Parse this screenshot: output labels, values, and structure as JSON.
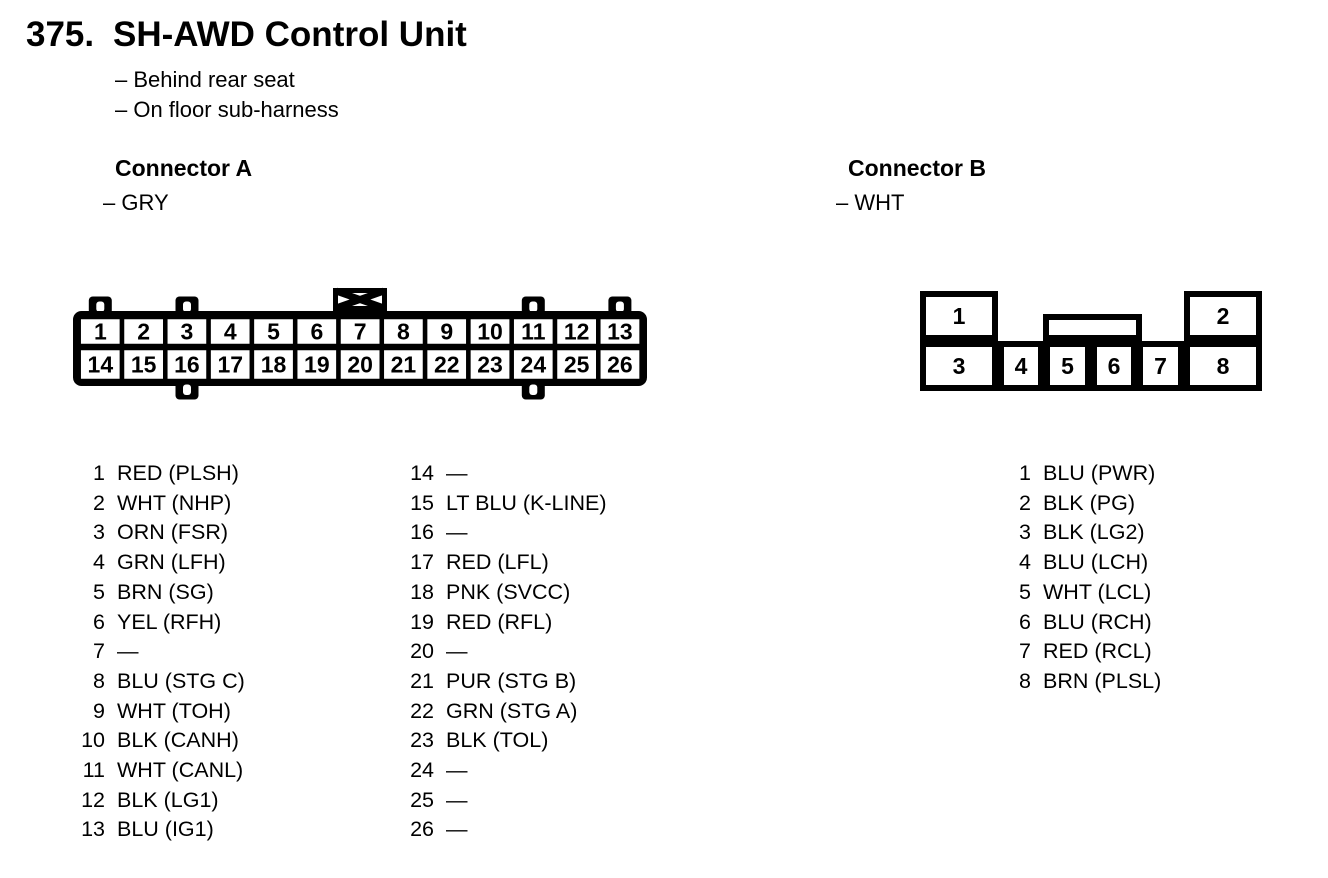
{
  "page": {
    "number": "375.",
    "title": "SH-AWD Control Unit",
    "location_notes": [
      "– Behind rear seat",
      "– On floor sub-harness"
    ]
  },
  "connector_a": {
    "heading": "Connector A",
    "color_note": "– GRY",
    "row1_pins": [
      "1",
      "2",
      "3",
      "4",
      "5",
      "6",
      "7",
      "8",
      "9",
      "10",
      "11",
      "12",
      "13"
    ],
    "row2_pins": [
      "14",
      "15",
      "16",
      "17",
      "18",
      "19",
      "20",
      "21",
      "22",
      "23",
      "24",
      "25",
      "26"
    ],
    "pin_list_col1": [
      {
        "pin": "1",
        "label": "RED (PLSH)"
      },
      {
        "pin": "2",
        "label": "WHT (NHP)"
      },
      {
        "pin": "3",
        "label": "ORN (FSR)"
      },
      {
        "pin": "4",
        "label": "GRN (LFH)"
      },
      {
        "pin": "5",
        "label": "BRN (SG)"
      },
      {
        "pin": "6",
        "label": "YEL (RFH)"
      },
      {
        "pin": "7",
        "label": "—"
      },
      {
        "pin": "8",
        "label": "BLU (STG C)"
      },
      {
        "pin": "9",
        "label": "WHT (TOH)"
      },
      {
        "pin": "10",
        "label": "BLK (CANH)"
      },
      {
        "pin": "11",
        "label": "WHT (CANL)"
      },
      {
        "pin": "12",
        "label": "BLK (LG1)"
      },
      {
        "pin": "13",
        "label": "BLU (IG1)"
      }
    ],
    "pin_list_col2": [
      {
        "pin": "14",
        "label": "—"
      },
      {
        "pin": "15",
        "label": "LT BLU (K-LINE)"
      },
      {
        "pin": "16",
        "label": "—"
      },
      {
        "pin": "17",
        "label": "RED (LFL)"
      },
      {
        "pin": "18",
        "label": "PNK (SVCC)"
      },
      {
        "pin": "19",
        "label": "RED (RFL)"
      },
      {
        "pin": "20",
        "label": "—"
      },
      {
        "pin": "21",
        "label": "PUR (STG B)"
      },
      {
        "pin": "22",
        "label": "GRN (STG A)"
      },
      {
        "pin": "23",
        "label": "BLK (TOL)"
      },
      {
        "pin": "24",
        "label": "—"
      },
      {
        "pin": "25",
        "label": "—"
      },
      {
        "pin": "26",
        "label": "—"
      }
    ]
  },
  "connector_b": {
    "heading": "Connector B",
    "color_note": "– WHT",
    "top_pins": [
      "1",
      "2"
    ],
    "bottom_pins": [
      "3",
      "4",
      "5",
      "6",
      "7",
      "8"
    ],
    "pin_list": [
      {
        "pin": "1",
        "label": "BLU (PWR)"
      },
      {
        "pin": "2",
        "label": "BLK (PG)"
      },
      {
        "pin": "3",
        "label": "BLK (LG2)"
      },
      {
        "pin": "4",
        "label": "BLU (LCH)"
      },
      {
        "pin": "5",
        "label": "WHT (LCL)"
      },
      {
        "pin": "6",
        "label": "BLU (RCH)"
      },
      {
        "pin": "7",
        "label": "RED (RCL)"
      },
      {
        "pin": "8",
        "label": "BRN (PLSL)"
      }
    ]
  },
  "colors": {
    "ink": "#000000",
    "paper": "#ffffff"
  }
}
